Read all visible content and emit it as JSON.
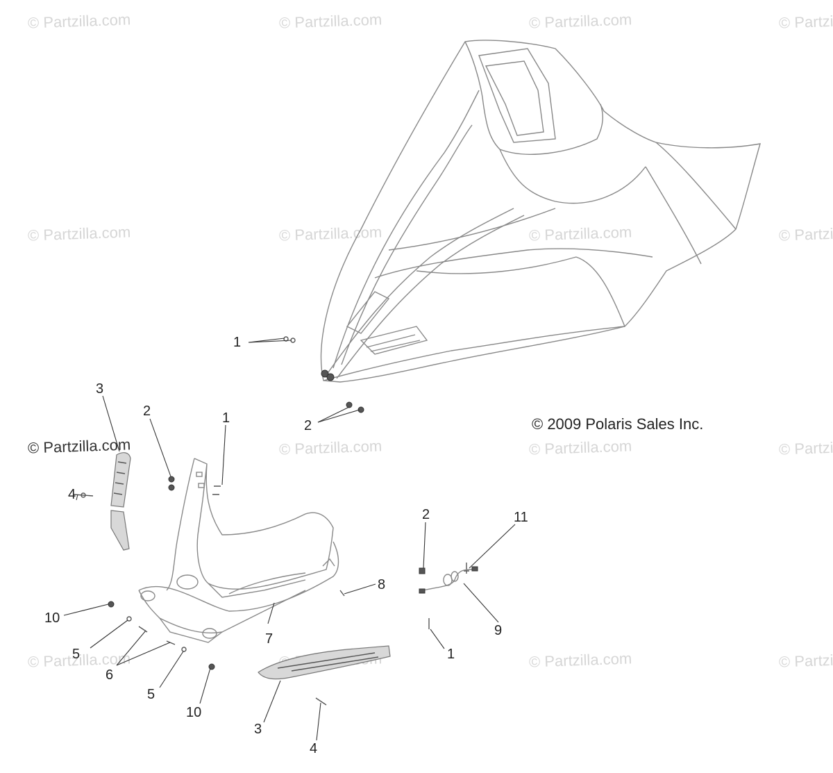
{
  "watermark": "© Partzilla.com",
  "watermark_dark": "© Partzilla.com",
  "copyright": "© 2009 Polaris Sales Inc.",
  "callouts": {
    "c1_hood": "1",
    "c2_hood": "2",
    "c3_left": "3",
    "c2_left": "2",
    "c1_left": "1",
    "c4_left": "4",
    "c2_right": "2",
    "c11": "11",
    "c8": "8",
    "c10_left": "10",
    "c7": "7",
    "c9": "9",
    "c5_upper": "5",
    "c1_lower": "1",
    "c6": "6",
    "c5_lower": "5",
    "c10_lower": "10",
    "c3_lower": "3",
    "c4_lower": "4"
  }
}
